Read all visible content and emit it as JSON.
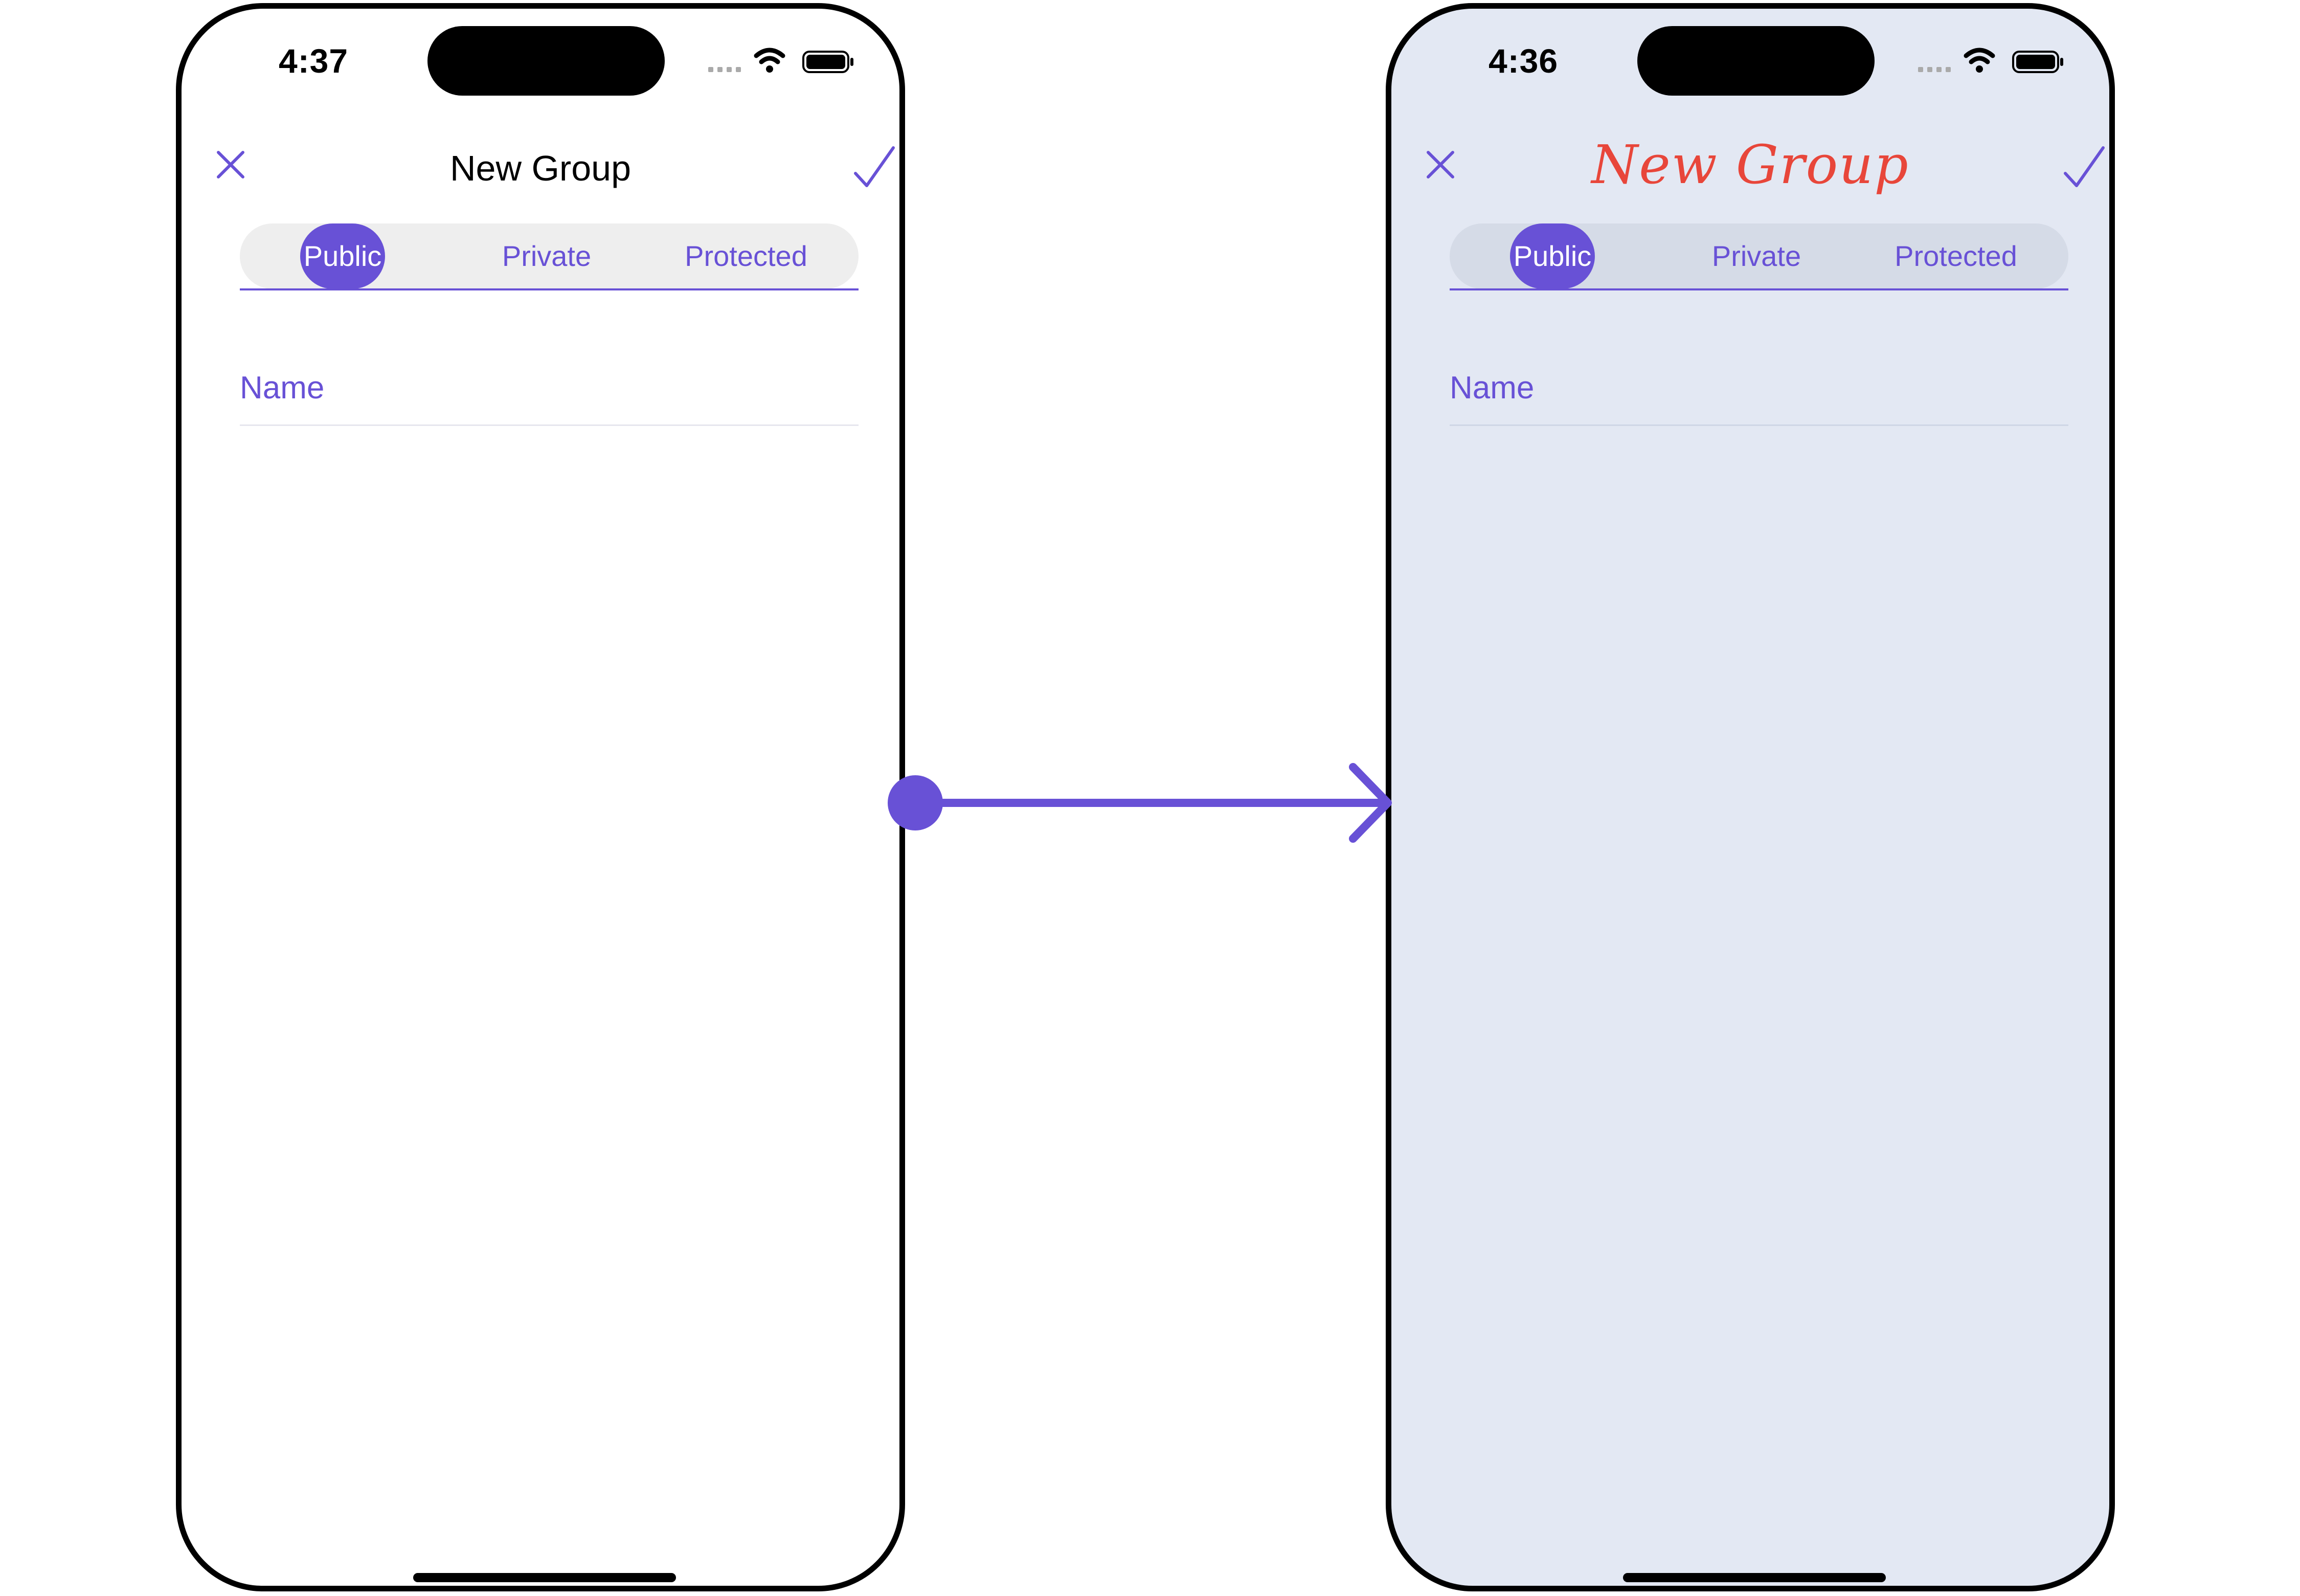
{
  "colors": {
    "accent": "#6851d6",
    "title_default": "#000000",
    "title_custom": "#e8463a",
    "bg_default": "#ffffff",
    "bg_custom": "#e3e8f3",
    "segment_bg_default": "#eeeeee",
    "segment_bg_custom": "#d5dbe7",
    "status_gray": "#aaaaaa"
  },
  "connector": {
    "icon": "arrow-right-icon"
  },
  "screens": [
    {
      "status": {
        "time": "4:37",
        "icons": [
          "cellular-icon",
          "wifi-icon",
          "battery-icon"
        ]
      },
      "nav": {
        "title": "New Group",
        "close_icon": "close-icon",
        "confirm_icon": "checkmark-icon"
      },
      "segments": {
        "options": [
          "Public",
          "Private",
          "Protected"
        ],
        "selected": "Public"
      },
      "name_field": {
        "placeholder": "Name",
        "value": ""
      }
    },
    {
      "status": {
        "time": "4:36",
        "icons": [
          "cellular-icon",
          "wifi-icon",
          "battery-icon"
        ]
      },
      "nav": {
        "title": "New Group",
        "close_icon": "close-icon",
        "confirm_icon": "checkmark-icon"
      },
      "segments": {
        "options": [
          "Public",
          "Private",
          "Protected"
        ],
        "selected": "Public"
      },
      "name_field": {
        "placeholder": "Name",
        "value": ""
      }
    }
  ]
}
